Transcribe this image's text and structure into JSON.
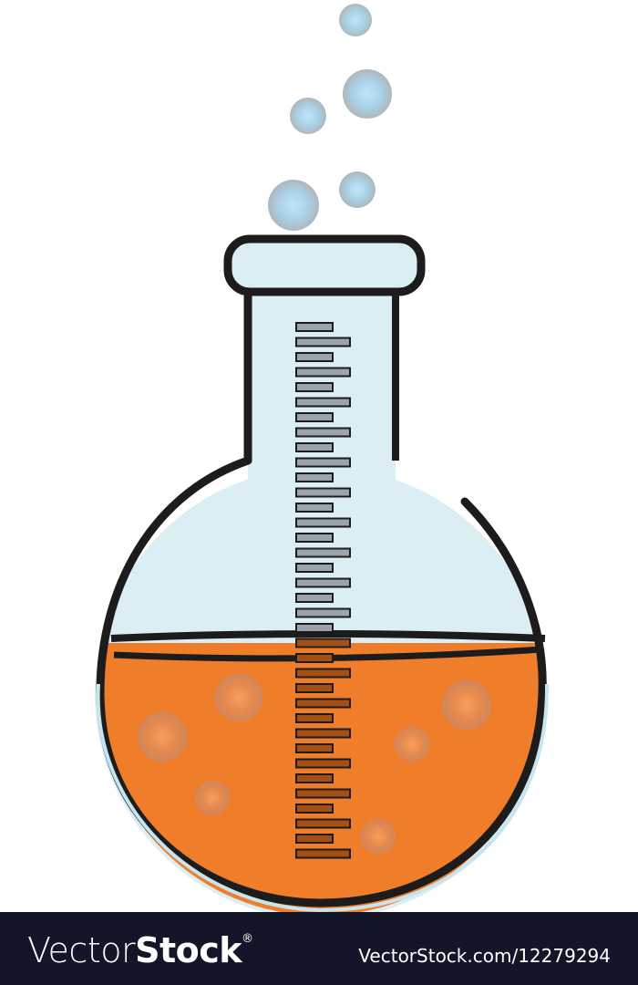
{
  "illustration": {
    "subject": "round-bottom flask with orange liquid and bubbles",
    "colors": {
      "glass": "#dbeef4",
      "outline": "#1c1c1c",
      "liquid": "#f07d2a",
      "tick_glass": "#9aa4aa",
      "tick_liquid": "#a44f14",
      "bubble": "#a8d8f0"
    },
    "rising_bubbles": 5,
    "liquid_bubbles": 6,
    "tick_count": 36
  },
  "footer": {
    "brand_light": "Vector",
    "brand_bold": "Stock",
    "brand_mark": "®",
    "stock_id": "VectorStock.com/12279294"
  }
}
